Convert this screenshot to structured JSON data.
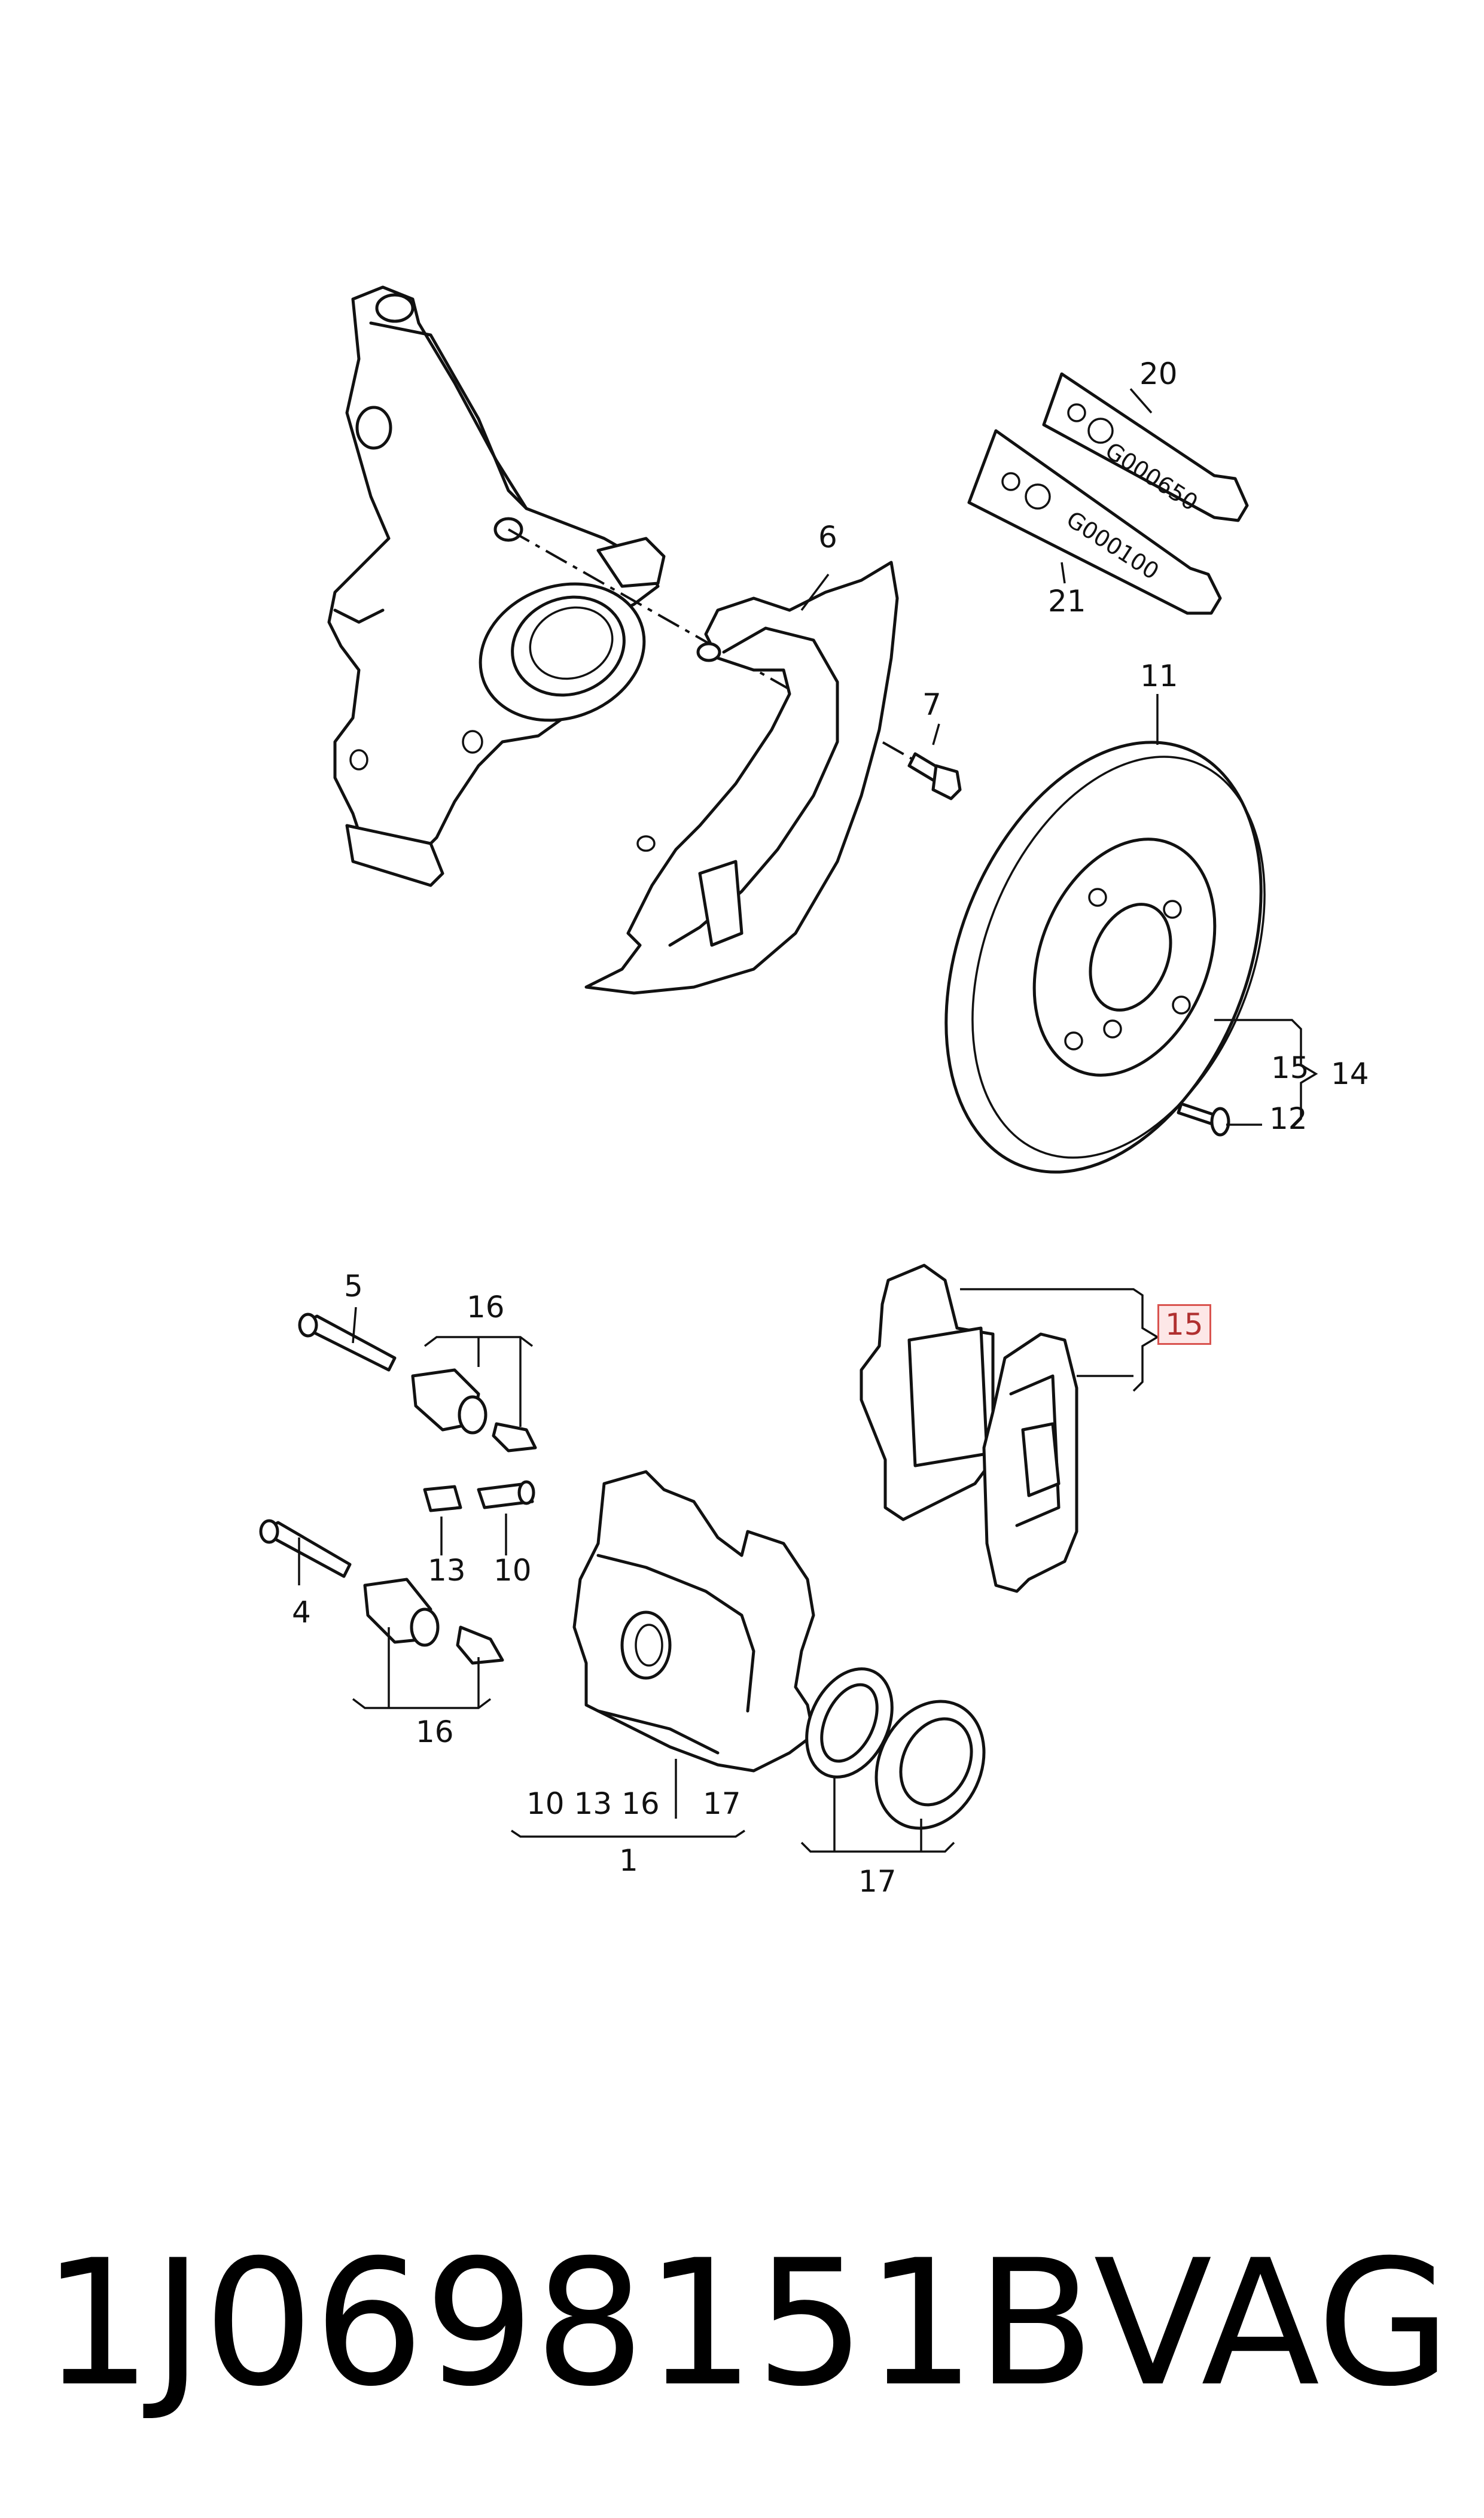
{
  "diagram": {
    "callouts": [
      {
        "id": "c20",
        "label": "20"
      },
      {
        "id": "c21",
        "label": "21"
      },
      {
        "id": "c6",
        "label": "6"
      },
      {
        "id": "c7",
        "label": "7"
      },
      {
        "id": "c11",
        "label": "11"
      },
      {
        "id": "c15a",
        "label": "15"
      },
      {
        "id": "c14",
        "label": "14"
      },
      {
        "id": "c12",
        "label": "12"
      },
      {
        "id": "c5",
        "label": "5"
      },
      {
        "id": "c16a",
        "label": "16"
      },
      {
        "id": "c15b",
        "label": "15",
        "highlighted": true
      },
      {
        "id": "c13",
        "label": "13"
      },
      {
        "id": "c10",
        "label": "10"
      },
      {
        "id": "c4",
        "label": "4"
      },
      {
        "id": "c16b",
        "label": "16"
      },
      {
        "id": "c1sub",
        "label": "10 13 16"
      },
      {
        "id": "c17a",
        "label": "17"
      },
      {
        "id": "c1",
        "label": "1"
      },
      {
        "id": "c17b",
        "label": "17"
      }
    ],
    "tube_labels": {
      "top": "G000650",
      "bottom": "G000100"
    },
    "highlight_color": "#d9534f"
  },
  "footer": {
    "part_number": "1J0698151B",
    "brand": "VAG"
  }
}
